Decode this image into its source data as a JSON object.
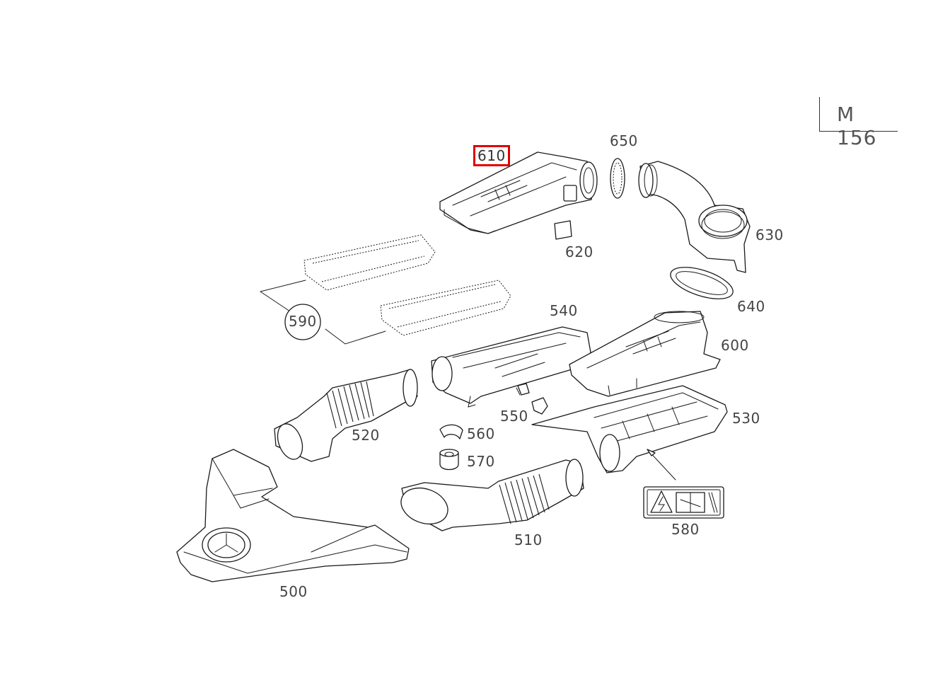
{
  "model": "M 156",
  "highlight_color": "#e00000",
  "labels": {
    "p500": "500",
    "p510": "510",
    "p520": "520",
    "p530": "530",
    "p540": "540",
    "p550": "550",
    "p560": "560",
    "p570": "570",
    "p580": "580",
    "p590": "590",
    "p600": "600",
    "p610": "610",
    "p620": "620",
    "p630": "630",
    "p640": "640",
    "p650": "650"
  },
  "highlighted_part": "610"
}
